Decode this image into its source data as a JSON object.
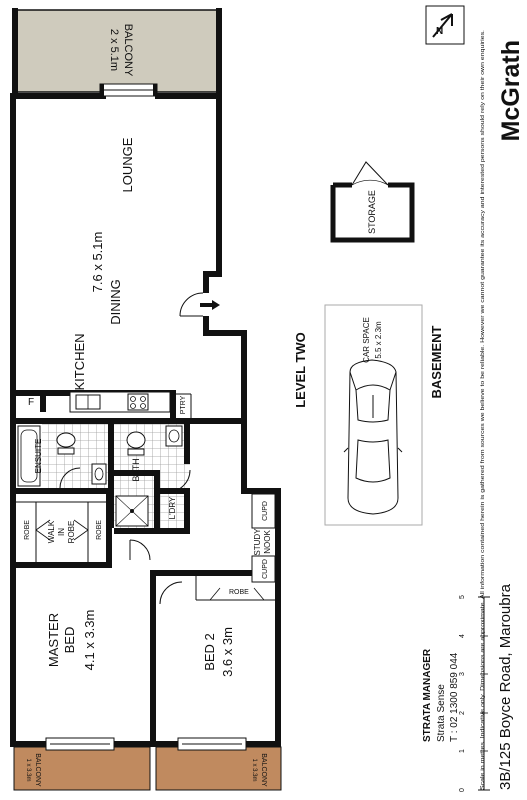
{
  "brand": {
    "name": "McGrath",
    "logo_icon": "mcgrath-logo-icon"
  },
  "disclaimer": "Scale in metres. Indicative only. Dimensions are approximate. All information contained herein is gathered from sources we believe to be reliable. However we cannot guarantee its accuracy and interested persons should rely on their own enquiries.",
  "address": "3B/125 Boyce Road, Maroubra",
  "strata": {
    "title": "STRATA MANAGER",
    "company": "Strata Sense",
    "phone": "T : 02 1300 859 044"
  },
  "levels": {
    "level_two": "LEVEL TWO",
    "basement": "BASEMENT"
  },
  "rooms": {
    "balcony_top": {
      "name": "BALCONY",
      "size": "2 x 5.1m"
    },
    "lounge": {
      "name": "LOUNGE"
    },
    "living_size": "7.6 x 5.1m",
    "dining": {
      "name": "DINING"
    },
    "kitchen": {
      "name": "KITCHEN"
    },
    "fridge": "F",
    "pantry": "PTRY",
    "ensuite": "ENSUITE",
    "bath": "BATH",
    "laundry": "L'DRY",
    "robe": "ROBE",
    "walk_in_robe": [
      "WALK",
      "IN",
      "ROBE"
    ],
    "study_nook": [
      "STUDY",
      "NOOK"
    ],
    "cupboard": "CUPD",
    "master_bed": {
      "name": [
        "MASTER",
        "BED"
      ],
      "size": "4.1 x 3.3m"
    },
    "bed2": {
      "name": "BED 2",
      "size": "3.6 x 3m"
    },
    "balcony_small": {
      "name": "BALCONY",
      "size": "1 x 3.3m"
    },
    "storage": "STORAGE",
    "car_space": {
      "name": "CAR SPACE",
      "size": "5.5 x 2.3m"
    }
  },
  "scale": {
    "ticks": [
      "0",
      "1",
      "2",
      "3",
      "4",
      "5"
    ]
  },
  "colors": {
    "wall": "#111111",
    "balcony_top": "#cfcbbd",
    "balcony_small": "#c08a5f",
    "tile": "#c9c9c9"
  }
}
